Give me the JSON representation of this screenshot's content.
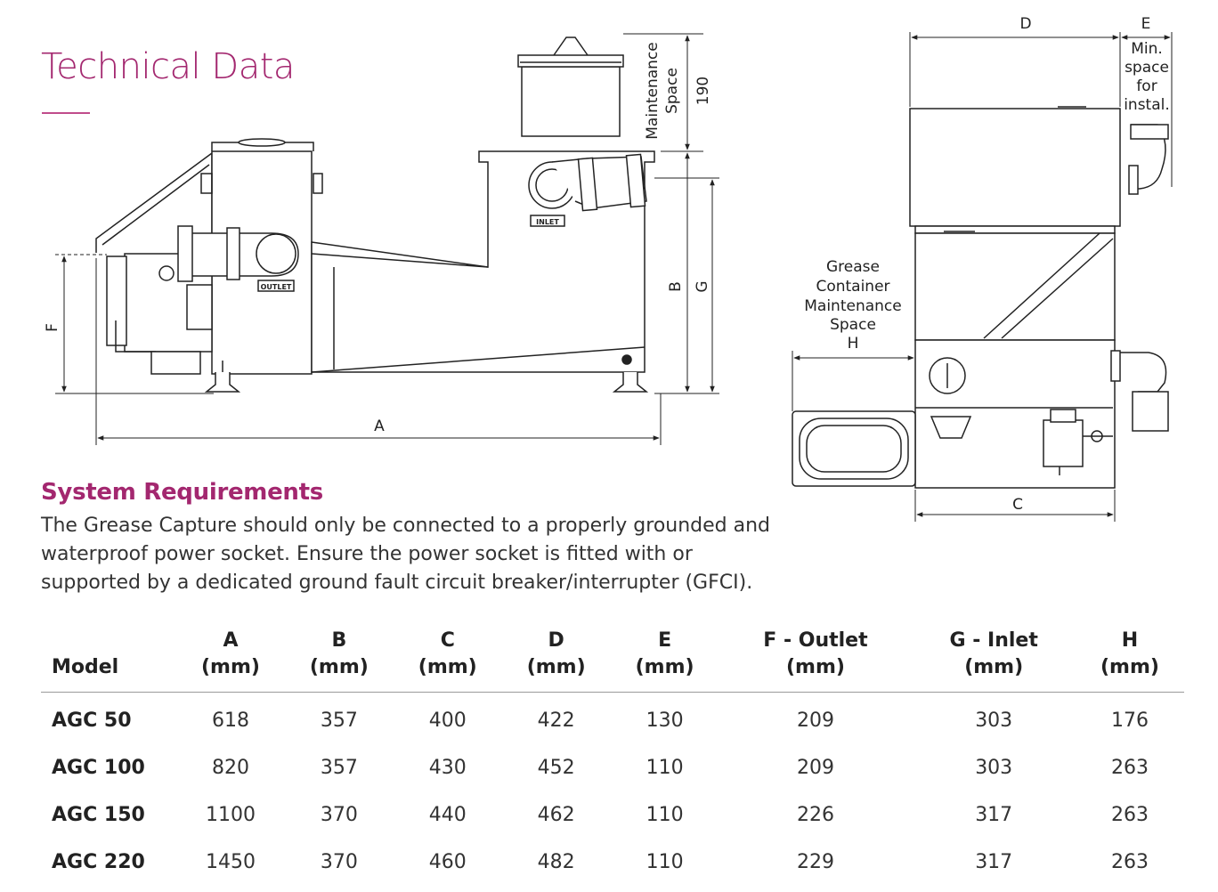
{
  "title": "Technical Data",
  "requirements": {
    "heading": "System Requirements",
    "body": "The Grease Capture should only be connected to a properly grounded and waterproof power socket. Ensure the power socket is fitted with or supported by a dedicated ground fault circuit breaker/interrupter (GFCI)."
  },
  "side_view": {
    "maintenance_label_1": "Maintenance",
    "maintenance_label_2": "Space",
    "maintenance_value": "190",
    "outlet_tag": "OUTLET",
    "inlet_tag": "INLET",
    "dim_a": "A",
    "dim_b": "B",
    "dim_g": "G",
    "dim_f": "F"
  },
  "top_view": {
    "dim_d": "D",
    "dim_e": "E",
    "dim_c": "C",
    "e_note": [
      "Min.",
      "space",
      "for",
      "instal."
    ],
    "grease_note": [
      "Grease",
      "Container",
      "Maintenance",
      "Space",
      "H"
    ]
  },
  "table": {
    "headers": [
      {
        "top": "",
        "bottom": "Model"
      },
      {
        "top": "A",
        "bottom": "(mm)"
      },
      {
        "top": "B",
        "bottom": "(mm)"
      },
      {
        "top": "C",
        "bottom": "(mm)"
      },
      {
        "top": "D",
        "bottom": "(mm)"
      },
      {
        "top": "E",
        "bottom": "(mm)"
      },
      {
        "top": "F - Outlet",
        "bottom": "(mm)"
      },
      {
        "top": "G - Inlet",
        "bottom": "(mm)"
      },
      {
        "top": "H",
        "bottom": "(mm)"
      }
    ],
    "rows": [
      [
        "AGC 50",
        "618",
        "357",
        "400",
        "422",
        "130",
        "209",
        "303",
        "176"
      ],
      [
        "AGC 100",
        "820",
        "357",
        "430",
        "452",
        "110",
        "209",
        "303",
        "263"
      ],
      [
        "AGC 150",
        "1100",
        "370",
        "440",
        "462",
        "110",
        "226",
        "317",
        "263"
      ],
      [
        "AGC 220",
        "1450",
        "370",
        "460",
        "482",
        "110",
        "229",
        "317",
        "263"
      ]
    ]
  }
}
